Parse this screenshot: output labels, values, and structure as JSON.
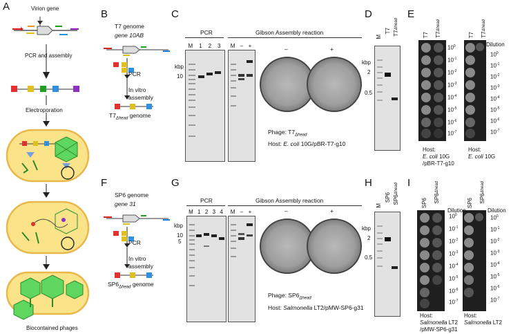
{
  "panels": {
    "A": "A",
    "B": "B",
    "C": "C",
    "D": "D",
    "E": "E",
    "F": "F",
    "G": "G",
    "H": "H",
    "I": "I"
  },
  "A": {
    "virion_gene": "Virion gene",
    "pcr_assembly": "PCR and assembly",
    "electroporation": "Electroporation",
    "biocontained": "Biocontained phages"
  },
  "B": {
    "genome": "T7 genome",
    "gene": "gene 10AB",
    "pcr": "PCR",
    "invitro1": "In vitro",
    "invitro2": "assembly",
    "result": "T7",
    "result_sub": "Δhead",
    "result_suffix": " genome"
  },
  "C": {
    "pcr": "PCR",
    "gibson": "Gibson Assembly reaction",
    "lanes": [
      "M",
      "1",
      "2",
      "3"
    ],
    "lanes2": [
      "M",
      "–",
      "+"
    ],
    "kbp": "kbp",
    "ten": "10",
    "minus": "–",
    "plus": "+",
    "phage": "Phage: T7",
    "phage_sub": "Δhead",
    "host_prefix": "Host: ",
    "host_species": "E. coli",
    "host_suffix": " 10G/pBR-T7-g10"
  },
  "D": {
    "lanes": [
      "M",
      "T7",
      "T7"
    ],
    "sub": "Δhead",
    "kbp": "kbp",
    "ticks": [
      "2",
      "0.5"
    ]
  },
  "E": {
    "cols": [
      "T7",
      "T7"
    ],
    "sub": "Δhead",
    "dilution": "Dilution",
    "dilutions": [
      "10",
      "10",
      "10",
      "10",
      "10",
      "10",
      "10",
      "10"
    ],
    "exps": [
      "0",
      "-1",
      "-2",
      "-3",
      "-4",
      "-5",
      "-6",
      "-7"
    ],
    "host1a": "Host:",
    "host1b_species": "E. coli",
    "host1b": " 10G",
    "host1c": "/pBR-T7-g10",
    "host2a": "Host:",
    "host2b_species": "E. coli",
    "host2b": " 10G"
  },
  "F": {
    "genome": "SP6 genome",
    "gene": "gene 31",
    "pcr": "PCR",
    "invitro1": "In vitro",
    "invitro2": "assembly",
    "result": "SP6",
    "result_sub": "Δhead",
    "result_suffix": " genome"
  },
  "G": {
    "pcr": "PCR",
    "gibson": "Gibson Assembly reaction",
    "lanes": [
      "M",
      "1",
      "2",
      "3",
      "4"
    ],
    "lanes2": [
      "M",
      "–",
      "+"
    ],
    "kbp": "kbp",
    "ten": "10",
    "five": "5",
    "minus": "–",
    "plus": "+",
    "phage": "Phage: SP6",
    "phage_sub": "Δhead",
    "host_prefix": "Host: ",
    "host_species": "Salmonella",
    "host_suffix": " LT2/pMW-SP6-g31"
  },
  "H": {
    "lanes": [
      "M",
      "SP6",
      "SP6"
    ],
    "sub": "Δhead",
    "kbp": "kbp",
    "ticks": [
      "2",
      "0.5"
    ]
  },
  "I": {
    "cols": [
      "SP6",
      "SP6"
    ],
    "sub": "Δhead",
    "dilution": "Dilution",
    "host1a": "Host:",
    "host1b_species": "Salmonella",
    "host1b": " LT2",
    "host1c": "/pMW-SP6-g31",
    "host2a": "Host:",
    "host2b_species": "Salmonella",
    "host2b": " LT2"
  },
  "colors": {
    "cell": "#fbe38a",
    "cell_border": "#e8b84a",
    "phage": "#5fd65f",
    "phage_dark": "#2a8a2a",
    "gel": "#e2e2e2",
    "spot_bg": "#1f1f1f"
  }
}
